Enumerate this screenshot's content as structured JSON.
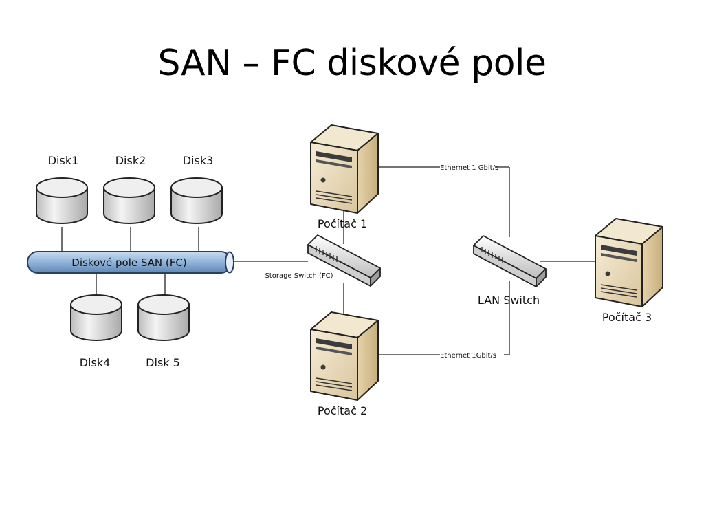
{
  "title": "SAN – FC diskové pole",
  "disks": [
    {
      "label": "Disk1"
    },
    {
      "label": "Disk2"
    },
    {
      "label": "Disk3"
    },
    {
      "label": "Disk4"
    },
    {
      "label": "Disk 5"
    }
  ],
  "bus": {
    "label": "Diskové pole SAN (FC)"
  },
  "storage_switch": {
    "label": "Storage Switch (FC)"
  },
  "lan_switch": {
    "label": "LAN Switch"
  },
  "computers": [
    {
      "label": "Počítač 1"
    },
    {
      "label": "Počítač 2"
    },
    {
      "label": "Počítač 3"
    }
  ],
  "links": {
    "eth1": "Ethernet 1 Gbit/s",
    "eth2": "Ethernet 1Gbit/s"
  },
  "colors": {
    "bus_fill": "#8fb3d9",
    "server_fill": "#efe2c6",
    "disk_fill": "#dedede",
    "switch_fill": "#e8e8e8"
  }
}
